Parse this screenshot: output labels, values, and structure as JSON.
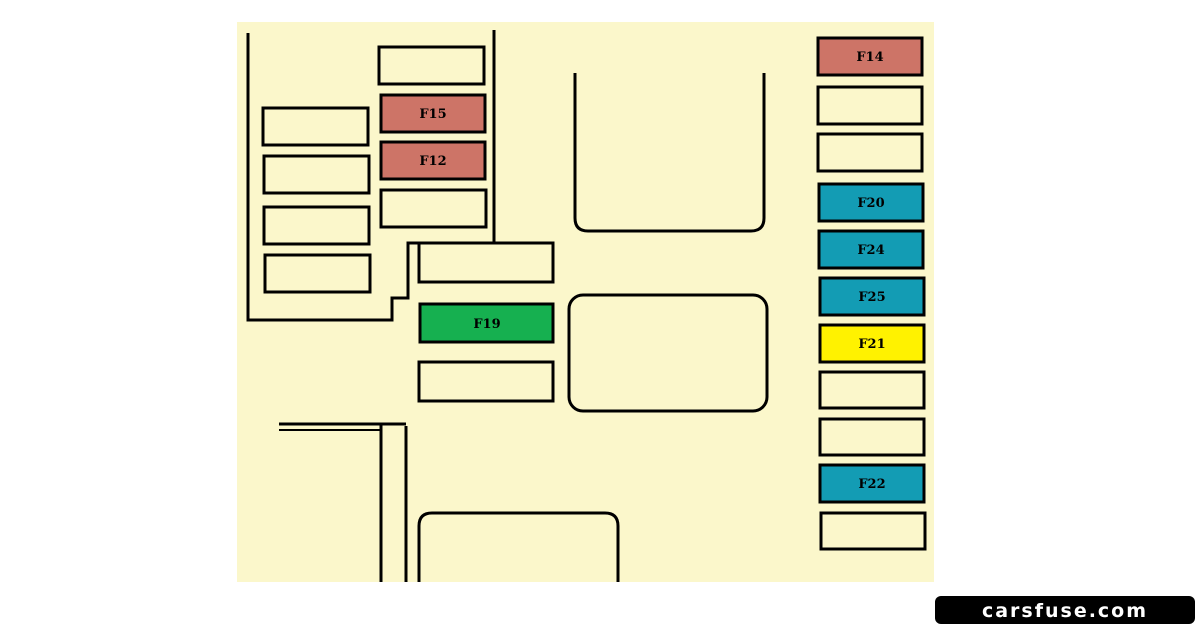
{
  "colors": {
    "board": "#FBF7CB",
    "outline": "#000000",
    "red_fuse": "#CD7467",
    "blue_fuse": "#139CB4",
    "green_fuse": "#16B050",
    "yellow_fuse": "#FFF200",
    "empty_slot": "#FBF7CB",
    "logo_bg": "#000000",
    "logo_text": "#ffffff"
  },
  "fuses": {
    "f14": {
      "label": "F14",
      "color": "red"
    },
    "f15": {
      "label": "F15",
      "color": "red"
    },
    "f12": {
      "label": "F12",
      "color": "red"
    },
    "f19": {
      "label": "F19",
      "color": "green"
    },
    "f20": {
      "label": "F20",
      "color": "blue"
    },
    "f24": {
      "label": "F24",
      "color": "blue"
    },
    "f25": {
      "label": "F25",
      "color": "blue"
    },
    "f21": {
      "label": "F21",
      "color": "yellow"
    },
    "f22": {
      "label": "F22",
      "color": "blue"
    }
  },
  "watermark": {
    "text": "carsfuse.com"
  }
}
